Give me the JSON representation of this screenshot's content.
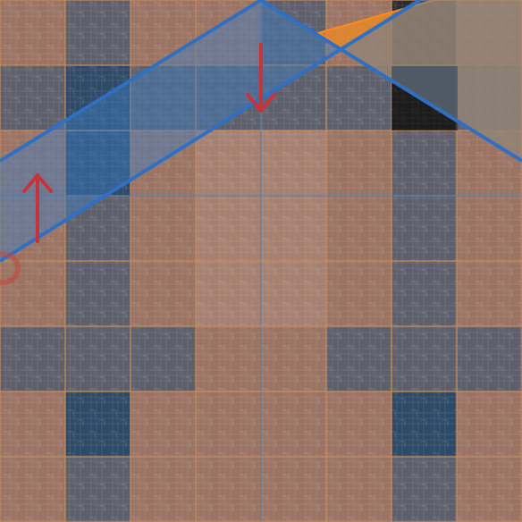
{
  "board": {
    "columns": 8,
    "rows": 8,
    "tile_colors": {
      "warm": "#9a7363",
      "warm_light": "#a58070",
      "slate": "#5d5f6b",
      "navy": "#2f4a66",
      "dark": "#2b2a2e"
    },
    "tile_pattern": [
      [
        "warm",
        "slate",
        "warm",
        "warm",
        "slate",
        "warm",
        "dark",
        "warm"
      ],
      [
        "slate",
        "navy",
        "slate",
        "slate",
        "slate",
        "slate",
        "dark",
        "slate"
      ],
      [
        "warm",
        "navy",
        "warm",
        "warm_light",
        "warm_light",
        "warm",
        "slate",
        "warm"
      ],
      [
        "warm",
        "slate",
        "warm",
        "warm_light",
        "warm_light",
        "warm",
        "slate",
        "warm"
      ],
      [
        "warm",
        "slate",
        "warm",
        "warm_light",
        "warm_light",
        "warm",
        "slate",
        "warm"
      ],
      [
        "slate",
        "slate",
        "slate",
        "warm",
        "warm",
        "slate",
        "slate",
        "slate"
      ],
      [
        "warm",
        "navy",
        "warm",
        "warm",
        "warm",
        "warm",
        "navy",
        "warm"
      ],
      [
        "warm",
        "slate",
        "warm",
        "warm",
        "warm",
        "warm",
        "slate",
        "warm"
      ]
    ],
    "grid_line_color": "#c48a5a",
    "grid_line_blue": "#5f7fa8"
  },
  "overlays": {
    "blue_band_fill": "#3f7ec4",
    "blue_band_stroke": "#2f6fc4",
    "orange_region_fill": "#f08a22",
    "orange_region_stroke": "#ff8a1a"
  },
  "arrows": {
    "color": "#c8323a",
    "up_arrow_icon": "arrow-up-icon",
    "down_arrow_icon": "arrow-down-icon"
  },
  "marker": {
    "color": "#c04a40"
  }
}
